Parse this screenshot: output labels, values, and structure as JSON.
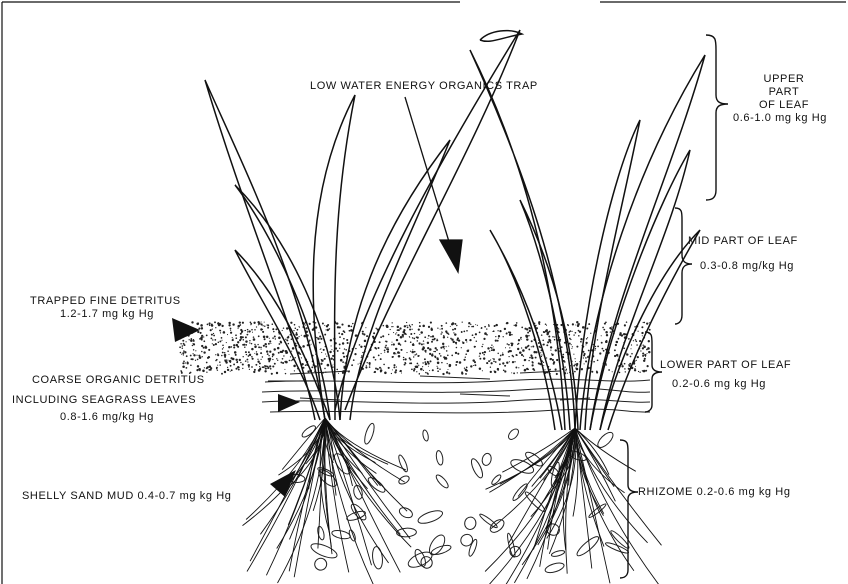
{
  "labels": {
    "trap": "LOW WATER ENERGY ORGANICS TRAP",
    "upper_leaf_line1": "UPPER",
    "upper_leaf_line2": "PART",
    "upper_leaf_line3": "OF LEAF",
    "upper_leaf_value": "0.6-1.0 mg kg Hg",
    "mid_leaf": "MID PART OF LEAF",
    "mid_leaf_value": "0.3-0.8 mg/kg Hg",
    "lower_leaf": "LOWER PART OF LEAF",
    "lower_leaf_value": "0.2-0.6 mg kg Hg",
    "rhizome": "RHIZOME 0.2-0.6 mg kg Hg",
    "fine_detritus": "TRAPPED FINE  DETRITUS",
    "fine_detritus_value": "1.2-1.7 mg kg Hg",
    "coarse_detritus_line1": "COARSE ORGANIC DETRITUS",
    "coarse_detritus_line2": "INCLUDING SEAGRASS LEAVES",
    "coarse_detritus_value": "0.8-1.6  mg/kg Hg",
    "shelly_sand": "SHELLY SAND MUD 0.4-0.7 mg kg Hg"
  },
  "colors": {
    "ink": "#111111",
    "background": "#ffffff"
  }
}
